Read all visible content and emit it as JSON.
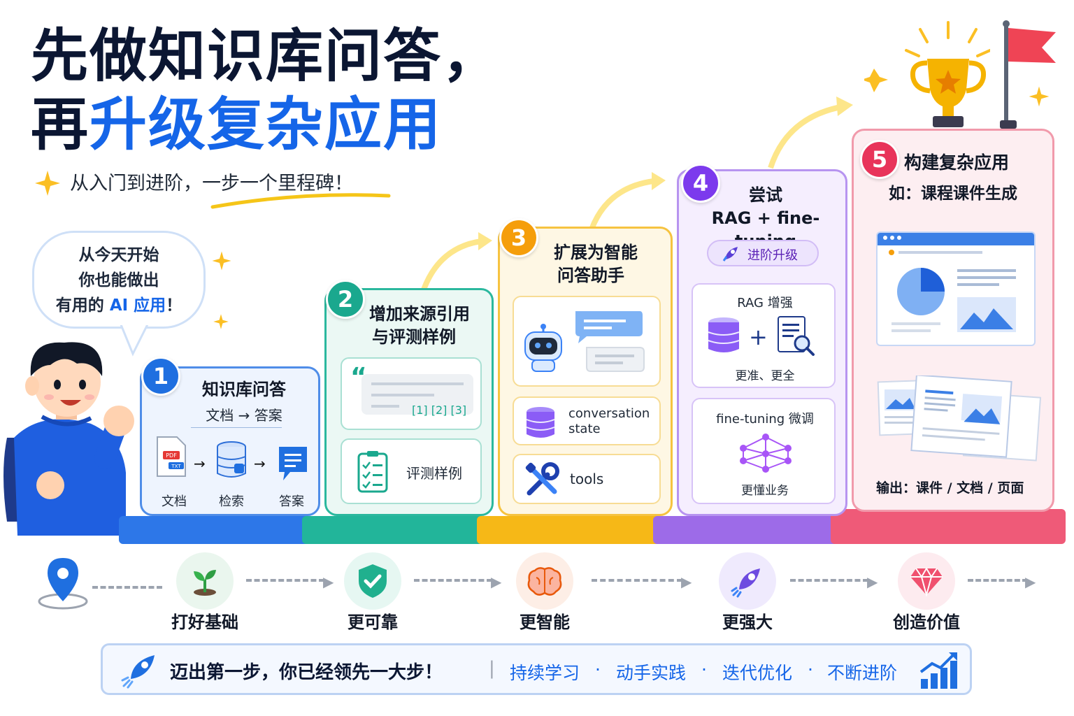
{
  "title": {
    "line1": "先做知识库问答，",
    "line2_prefix": "再",
    "line2_highlight": "升级复杂应用"
  },
  "subtitle": "从入门到进阶，一步一个里程碑！",
  "speech": {
    "line1": "从今天开始",
    "line2": "你也能做出",
    "line3_prefix": "有用的 ",
    "line3_highlight": "AI 应用",
    "line3_suffix": "！"
  },
  "steps": [
    {
      "number": "1",
      "title": "知识库问答",
      "subtitle": "文档 → 答案",
      "flow": [
        "文档",
        "检索",
        "答案"
      ],
      "file_tags": [
        "PDF",
        "TXT"
      ],
      "color": "#1f6fe0"
    },
    {
      "number": "2",
      "title_line1": "增加来源引用",
      "title_line2": "与评测样例",
      "quote_mark": "“",
      "citations": "[1]  [2]  [3]",
      "eval_label": "评测样例",
      "color": "#1aa88e"
    },
    {
      "number": "3",
      "title_line1": "扩展为智能",
      "title_line2": "问答助手",
      "item1": "conversation state",
      "item1_line1": "conversation",
      "item1_line2": "state",
      "item2": "tools",
      "color": "#f4a20c"
    },
    {
      "number": "4",
      "title_line1": "尝试",
      "title_line2": "RAG + fine-tuning",
      "pill": "进阶升级",
      "rag_title": "RAG 增强",
      "rag_caption": "更准、更全",
      "ft_title": "fine-tuning 微调",
      "ft_caption": "更懂业务",
      "color": "#8b4fe0"
    },
    {
      "number": "5",
      "title": "构建复杂应用",
      "example": "如：课程课件生成",
      "output": "输出：课件 / 文档 / 页面",
      "color": "#e8345a"
    }
  ],
  "milestones": [
    {
      "label": "打好基础",
      "icon": "sprout-icon",
      "color": "#1565e8"
    },
    {
      "label": "更可靠",
      "icon": "shield-check-icon",
      "color": "#1565e8"
    },
    {
      "label": "更智能",
      "icon": "brain-icon",
      "color": "#e8590c"
    },
    {
      "label": "更强大",
      "icon": "rocket-icon",
      "color": "#5b21b6"
    },
    {
      "label": "创造价值",
      "icon": "diamond-icon",
      "color": "#e8345a"
    }
  ],
  "footer": {
    "headline": "迈出第一步，你已经领先一大步！",
    "items": [
      "持续学习",
      "动手实践",
      "迭代优化",
      "不断进阶"
    ],
    "separator": "·",
    "divider": "|"
  }
}
